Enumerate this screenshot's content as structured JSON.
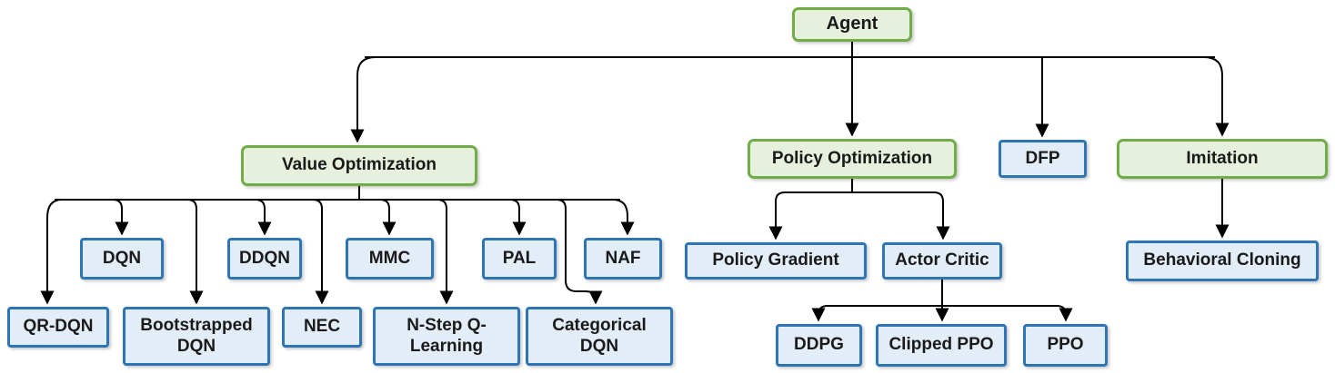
{
  "colors": {
    "green_fill": "#e7f0dc",
    "green_border": "#70ad47",
    "blue_fill": "#e3edf8",
    "blue_border": "#2e75b6",
    "line": "#000000"
  },
  "nodes": {
    "agent": {
      "label": "Agent",
      "type": "green"
    },
    "value_optimization": {
      "label": "Value Optimization",
      "type": "green"
    },
    "policy_optimization": {
      "label": "Policy Optimization",
      "type": "green"
    },
    "dfp": {
      "label": "DFP",
      "type": "blue"
    },
    "imitation": {
      "label": "Imitation",
      "type": "green"
    },
    "dqn": {
      "label": "DQN",
      "type": "blue"
    },
    "ddqn": {
      "label": "DDQN",
      "type": "blue"
    },
    "mmc": {
      "label": "MMC",
      "type": "blue"
    },
    "pal": {
      "label": "PAL",
      "type": "blue"
    },
    "naf": {
      "label": "NAF",
      "type": "blue"
    },
    "qr_dqn": {
      "label": "QR-DQN",
      "type": "blue"
    },
    "bootstrapped_dqn": {
      "label": "Bootstrapped DQN",
      "type": "blue"
    },
    "nec": {
      "label": "NEC",
      "type": "blue"
    },
    "n_step_q_learning": {
      "label": "N-Step Q-Learning",
      "type": "blue"
    },
    "categorical_dqn": {
      "label": "Categorical DQN",
      "type": "blue"
    },
    "policy_gradient": {
      "label": "Policy Gradient",
      "type": "blue"
    },
    "actor_critic": {
      "label": "Actor Critic",
      "type": "blue"
    },
    "ddpg": {
      "label": "DDPG",
      "type": "blue"
    },
    "clipped_ppo": {
      "label": "Clipped PPO",
      "type": "blue"
    },
    "ppo": {
      "label": "PPO",
      "type": "blue"
    },
    "behavioral_cloning": {
      "label": "Behavioral Cloning",
      "type": "blue"
    }
  },
  "edges": [
    {
      "from": "agent",
      "to": "value_optimization"
    },
    {
      "from": "agent",
      "to": "policy_optimization"
    },
    {
      "from": "agent",
      "to": "dfp"
    },
    {
      "from": "agent",
      "to": "imitation"
    },
    {
      "from": "value_optimization",
      "to": "dqn"
    },
    {
      "from": "value_optimization",
      "to": "ddqn"
    },
    {
      "from": "value_optimization",
      "to": "mmc"
    },
    {
      "from": "value_optimization",
      "to": "pal"
    },
    {
      "from": "value_optimization",
      "to": "naf"
    },
    {
      "from": "value_optimization",
      "to": "qr_dqn"
    },
    {
      "from": "value_optimization",
      "to": "bootstrapped_dqn"
    },
    {
      "from": "value_optimization",
      "to": "nec"
    },
    {
      "from": "value_optimization",
      "to": "n_step_q_learning"
    },
    {
      "from": "value_optimization",
      "to": "categorical_dqn"
    },
    {
      "from": "policy_optimization",
      "to": "policy_gradient"
    },
    {
      "from": "policy_optimization",
      "to": "actor_critic"
    },
    {
      "from": "actor_critic",
      "to": "ddpg"
    },
    {
      "from": "actor_critic",
      "to": "clipped_ppo"
    },
    {
      "from": "actor_critic",
      "to": "ppo"
    },
    {
      "from": "imitation",
      "to": "behavioral_cloning"
    }
  ]
}
